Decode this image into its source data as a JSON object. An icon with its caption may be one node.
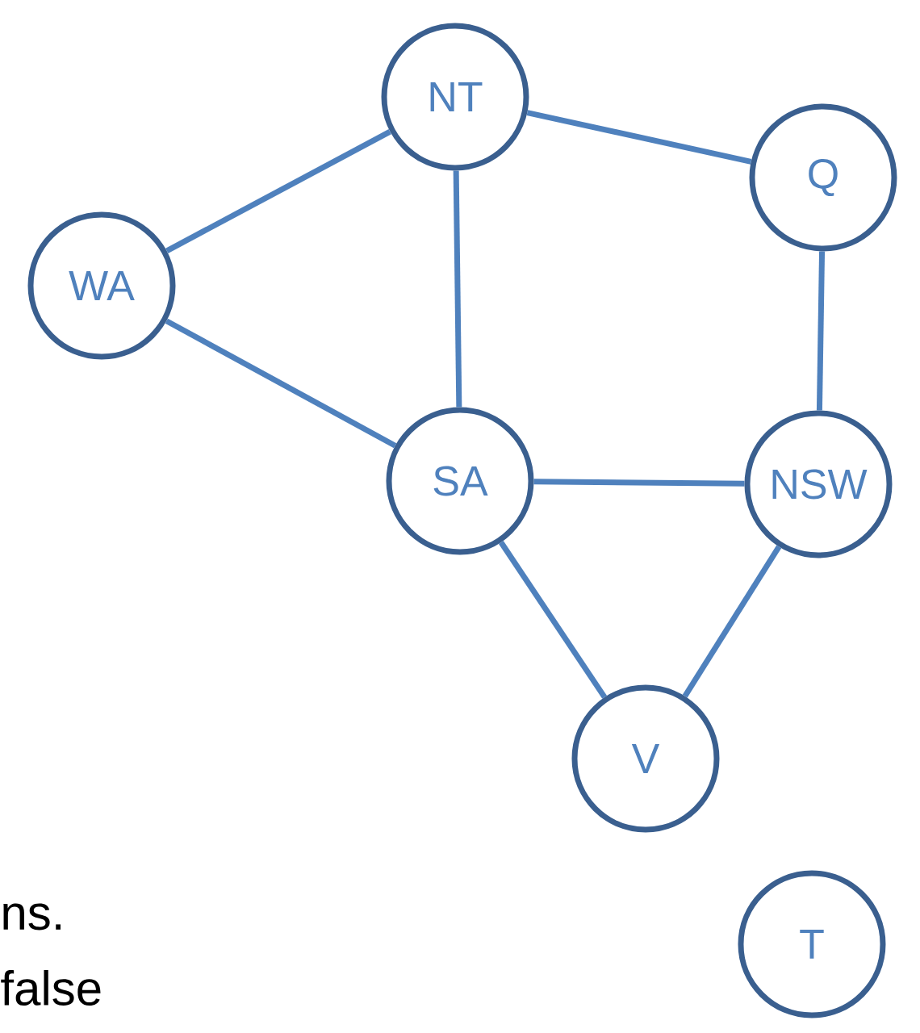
{
  "diagram": {
    "nodes": [
      {
        "text": [
          "NT"
        ]
      },
      {
        "text": [
          "Q"
        ]
      },
      {
        "text": [
          "WA"
        ]
      },
      {
        "text": [
          "SA"
        ]
      },
      {
        "text": [
          "NSW"
        ]
      },
      {
        "text": [
          "V"
        ]
      },
      {
        "text": [
          "T"
        ]
      }
    ],
    "edges": [
      {
        "from": 2,
        "to": 0,
        "arrow": "none"
      },
      {
        "from": 0,
        "to": 1,
        "arrow": "none"
      },
      {
        "from": 0,
        "to": 3,
        "arrow": "none"
      },
      {
        "from": 2,
        "to": 3,
        "arrow": "none"
      },
      {
        "from": 1,
        "to": 4,
        "arrow": "none"
      },
      {
        "from": 3,
        "to": 4,
        "arrow": "none"
      },
      {
        "from": 3,
        "to": 5,
        "arrow": "none"
      },
      {
        "from": 4,
        "to": 5,
        "arrow": "none"
      }
    ],
    "labels": [
      "ns.",
      "false"
    ]
  }
}
